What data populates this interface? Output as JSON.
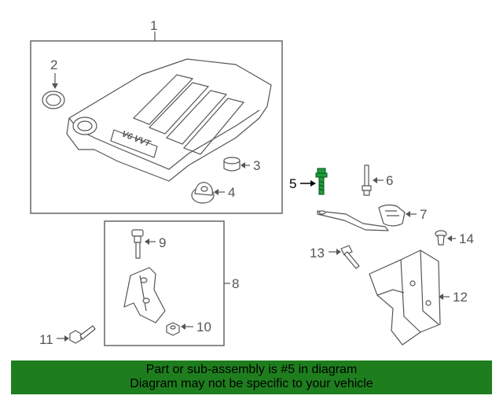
{
  "diagram": {
    "callouts": [
      "1",
      "2",
      "3",
      "4",
      "5",
      "6",
      "7",
      "8",
      "9",
      "10",
      "11",
      "12",
      "13",
      "14"
    ],
    "engine_badge": "V6 VVT",
    "highlight_color": "#1e9e3a"
  },
  "banner": {
    "line1": "Part or sub-assembly is #5 in diagram",
    "line2": "Diagram may not be specific to your vehicle",
    "background": "#1e7e1e"
  }
}
